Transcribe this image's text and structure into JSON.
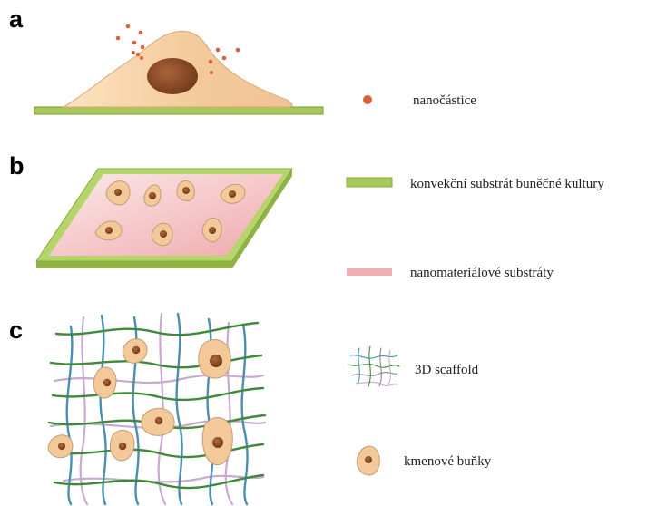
{
  "panels": {
    "a": "a",
    "b": "b",
    "c": "c"
  },
  "legend": {
    "nanoparticles": "nanočástice",
    "convex_substrate": "konvekční substrát buněčné kultury",
    "nano_substrates": "nanomateriálové substráty",
    "scaffold_3d": "3D scaffold",
    "stem_cells": "kmenové buňky"
  },
  "colors": {
    "cell_fill": "#f3c99a",
    "cell_stroke": "#c9a47a",
    "nucleus": "#8f4a22",
    "nanoparticle": "#d8613a",
    "substrate_green": "#a8c95a",
    "substrate_pink": "#f0aeb0",
    "fiber_blue": "#4a8fb0",
    "fiber_green": "#3f8a3a",
    "fiber_lilac": "#c8a9cf"
  }
}
